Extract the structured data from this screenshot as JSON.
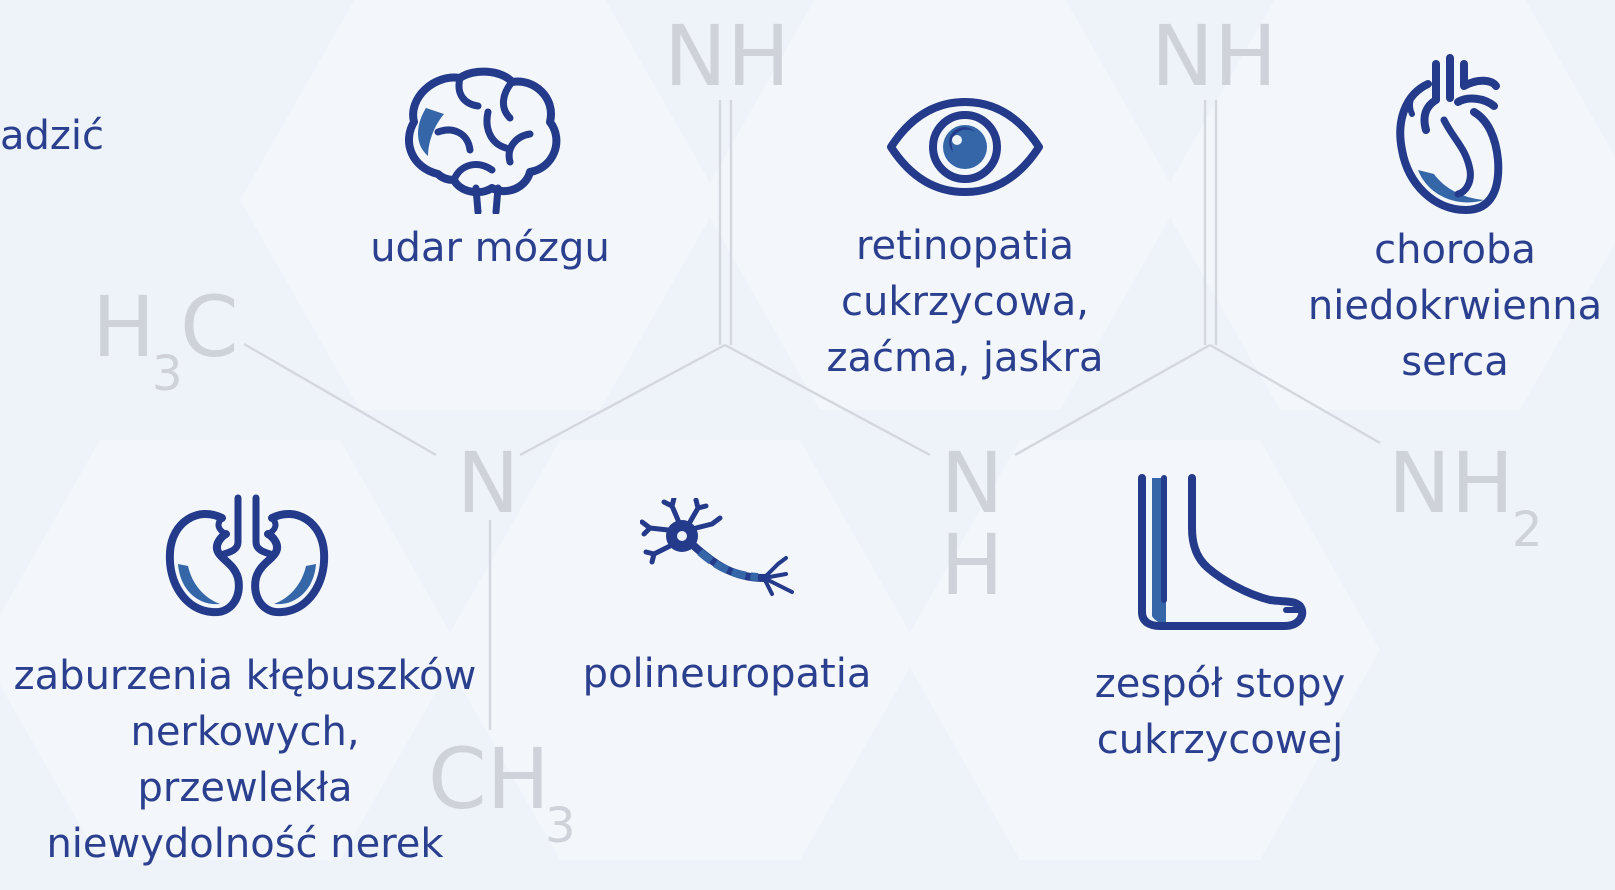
{
  "intro_text": "adzić",
  "chemical_structure": {
    "groups": {
      "nh_left": "NH",
      "nh_right": "NH",
      "h3c_h": "H",
      "h3c_sub": "3",
      "h3c_c": "C",
      "n_left": "N",
      "n_center_n": "N",
      "n_center_h": "H",
      "nh2_nh": "NH",
      "nh2_sub": "2",
      "ch3_ch": "CH",
      "ch3_sub": "3"
    }
  },
  "complications": [
    {
      "icon": "brain-icon",
      "lines": [
        "udar mózgu"
      ]
    },
    {
      "icon": "eye-icon",
      "lines": [
        "retinopatia",
        "cukrzycowa,",
        "zaćma, jaskra"
      ]
    },
    {
      "icon": "heart-icon",
      "lines": [
        "choroba",
        "niedokrwienna",
        "serca"
      ]
    },
    {
      "icon": "kidneys-icon",
      "lines": [
        "zaburzenia kłębuszków",
        "nerkowych,",
        "przewlekła",
        "niewydolność nerek"
      ]
    },
    {
      "icon": "neuron-icon",
      "lines": [
        "polineuropatia"
      ]
    },
    {
      "icon": "foot-icon",
      "lines": [
        "zespół stopy",
        "cukrzycowej"
      ]
    }
  ],
  "colors": {
    "background": "#eef2f9",
    "text": "#2b3f8f",
    "icon_dark": "#243a8a",
    "icon_accent": "#3567a8",
    "structure": "#d4d7de"
  }
}
